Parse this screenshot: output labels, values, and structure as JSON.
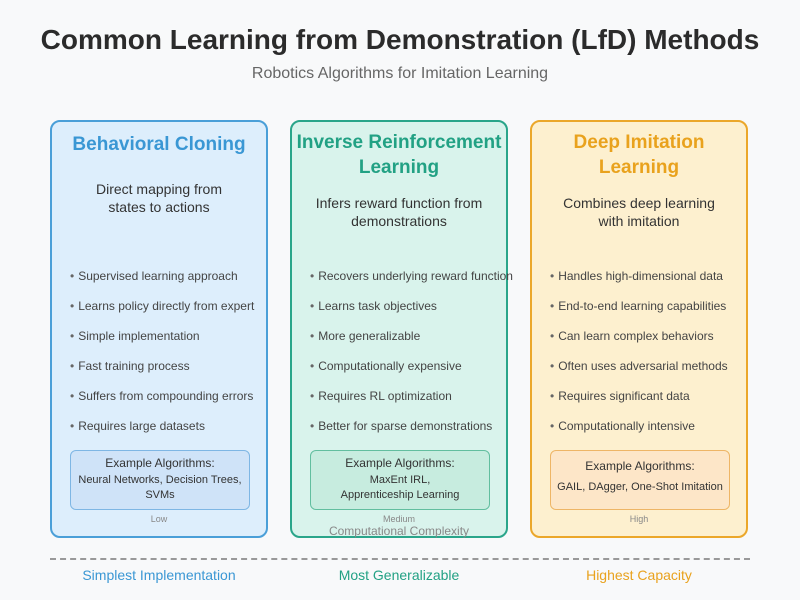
{
  "title": "Common Learning from Demonstration (LfD) Methods",
  "subtitle": "Robotics Algorithms for Imitation Learning",
  "colors": {
    "bc": "#3a97d4",
    "irl": "#22a184",
    "dil": "#e9a21d"
  },
  "cards": [
    {
      "title": "Behavioral Cloning",
      "description_lines": [
        "Direct mapping from",
        "states to actions"
      ],
      "features": [
        "Supervised learning approach",
        "Learns policy directly from expert",
        "Simple implementation",
        "Fast training process",
        "Suffers from compounding errors",
        "Requires large datasets"
      ],
      "algorithms_heading": "Example Algorithms:",
      "algorithms_lines": [
        "Neural Networks, Decision Trees,",
        "SVMs"
      ],
      "complexity": "Low"
    },
    {
      "title_lines": [
        "Inverse Reinforcement",
        "Learning"
      ],
      "description_lines": [
        "Infers reward function from",
        "demonstrations"
      ],
      "features": [
        "Recovers underlying reward function",
        "Learns task objectives",
        "More generalizable",
        "Computationally expensive",
        "Requires RL optimization",
        "Better for sparse demonstrations"
      ],
      "algorithms_heading": "Example Algorithms:",
      "algorithms_lines": [
        "MaxEnt IRL,",
        "Apprenticeship Learning"
      ],
      "complexity": "Medium"
    },
    {
      "title_lines": [
        "Deep Imitation",
        "Learning"
      ],
      "description_lines": [
        "Combines deep learning",
        "with imitation"
      ],
      "features": [
        "Handles high-dimensional data",
        "End-to-end learning capabilities",
        "Can learn complex behaviors",
        "Often uses adversarial methods",
        "Requires significant data",
        "Computationally intensive"
      ],
      "algorithms_heading": "Example Algorithms:",
      "algorithms_lines": [
        "GAIL, DAgger, One-Shot Imitation"
      ],
      "complexity": "High"
    }
  ],
  "complexity_label": "Computational Complexity",
  "bottom_labels": [
    "Simplest Implementation",
    "Most Generalizable",
    "Highest Capacity"
  ]
}
